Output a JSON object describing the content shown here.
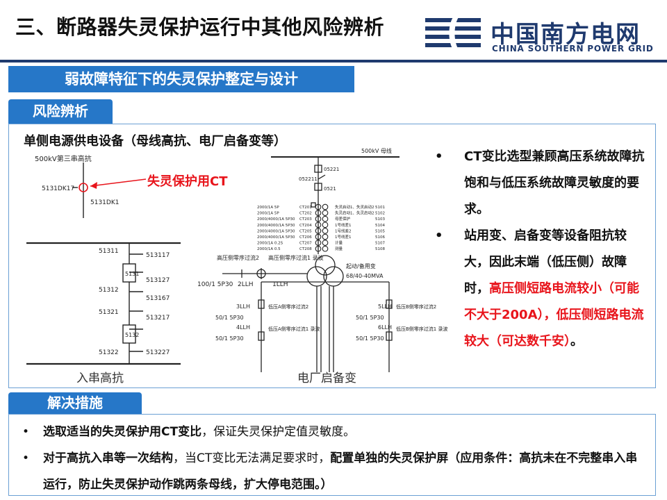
{
  "header": {
    "title": "三、断路器失灵保护运行中其他风险辨析",
    "logo_cn": "中国南方电网",
    "logo_en": "CHINA SOUTHERN POWER GRID"
  },
  "banner": "弱故障特征下的失灵保护整定与设计",
  "risk": {
    "tab": "风险辨析",
    "heading": "单侧电源供电设备（母线高抗、电厂启备变等）",
    "ct_label": "失灵保护用CT",
    "captions": {
      "left": "入串高抗",
      "right": "电厂启备变"
    },
    "bullets": [
      {
        "bullet": "•",
        "text": "CT变比选型兼顾高压系统故障抗饱和与低压系统故障灵敏度的要求。"
      },
      {
        "bullet": "•",
        "normal": "站用变、启备变等设备阻抗较大，因此末端（低压侧）故障时，",
        "highlight": "高压侧短路电流较小（可能不大于200A），低压侧短路电流较大（可达数千安）",
        "tail": "。"
      }
    ]
  },
  "diagram_left": {
    "title": "500kV第三串高抗",
    "labels": [
      "5131DK17",
      "5131DK1",
      "51311",
      "513117",
      "5131",
      "513127",
      "51312",
      "513167",
      "51321",
      "513217",
      "5132",
      "51322",
      "513227"
    ]
  },
  "diagram_right": {
    "bus": "500kV 母线",
    "labels": [
      "05221",
      "052211",
      "0521",
      "高压侧零序过流2",
      "100/1 5P30",
      "2LLH",
      "高压侧零序过流1 录波",
      "1LLH",
      "起动/备用变",
      "68/40-40MVA",
      "3LLH",
      "50/1 5P30",
      "低压A侧零序过流2",
      "4LLH",
      "50/1 5P30",
      "低压A侧零序过流1 录波",
      "5LLH",
      "50/1 5P30",
      "低压B侧零序过流2",
      "6LLH",
      "50/1 5P30",
      "低压B侧零序过流1 录波"
    ],
    "ct_rows": [
      {
        "ratio": "2000/1A 5P",
        "name": "CT201",
        "use": "失灵启动1、失灵启动2",
        "code": "5101"
      },
      {
        "ratio": "2000/1A 5P",
        "name": "CT202",
        "use": "失灵启动1、失灵启动2",
        "code": "5102"
      },
      {
        "ratio": "2000/4000/1A 5P30",
        "name": "CT203",
        "use": "母差保护",
        "code": "5103"
      },
      {
        "ratio": "2000/4000/1A 5P30",
        "name": "CT204",
        "use": "1号线差1",
        "code": "5104"
      },
      {
        "ratio": "2000/4000/1A 5P30",
        "name": "CT205",
        "use": "1号线差2",
        "code": "5105"
      },
      {
        "ratio": "2000/4000/1A 5P30",
        "name": "CT206",
        "use": "1号线差1",
        "code": "5106"
      },
      {
        "ratio": "2000/1A 0.2S",
        "name": "CT207",
        "use": "计量",
        "code": "5107"
      },
      {
        "ratio": "2000/1A 0.5",
        "name": "CT208",
        "use": "测量",
        "code": "5108"
      }
    ]
  },
  "solution": {
    "tab": "解决措施",
    "items": [
      {
        "bullet": "•",
        "bold": "选取适当的失灵保护用CT变比",
        "rest": "，保证失灵保护定值灵敏度。"
      },
      {
        "bullet": "•",
        "bold1": "对于高抗入串等一次结构",
        "mid": "，当CT变比无法满足要求时，",
        "bold2": "配置单独的失灵保护屏（应用条件：高抗未在不完整串入串运行，防止失灵保护动作跳两条母线，扩大停电范围。）"
      }
    ]
  },
  "colors": {
    "accent": "#2677c8",
    "logo": "#1f3a6e",
    "highlight": "#e8141b"
  }
}
